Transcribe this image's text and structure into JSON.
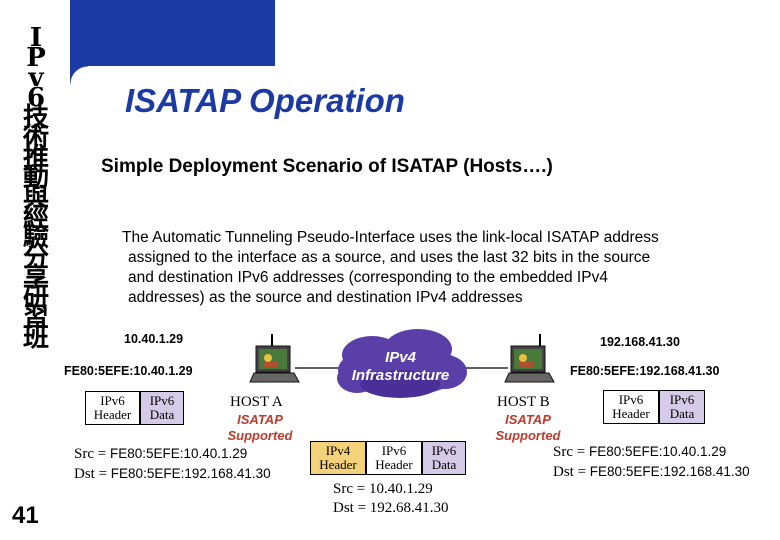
{
  "sidebar": {
    "chars": [
      "I",
      "P",
      "v",
      "6",
      "技",
      "術",
      "推",
      "動",
      "與",
      "經",
      "驗",
      "分",
      "享",
      "研",
      "習",
      "班"
    ]
  },
  "page_number": "41",
  "slide": {
    "title": "ISATAP Operation",
    "subtitle": "Simple Deployment Scenario of ISATAP (Hosts….)",
    "body_lines": [
      "The Automatic Tunneling Pseudo-Interface uses the link-local ISATAP address",
      "assigned to the interface as a source, and uses the last 32 bits in the source",
      "and destination IPv6 addresses (corresponding to the embedded IPv4",
      "addresses) as the source and destination IPv4 addresses"
    ]
  },
  "host_a": {
    "ipv4": "10.40.1.29",
    "ipv6": "FE80:5EFE:10.40.1.29",
    "name": "HOST A",
    "isatap_line1": "ISATAP",
    "isatap_line2": "Supported",
    "packet": {
      "header": "IPv6 Header",
      "data": "IPv6 Data"
    },
    "src_key": "Src = ",
    "src_val": "FE80:5EFE:10.40.1.29",
    "dst_key": "Dst = ",
    "dst_val": "FE80:5EFE:192.168.41.30"
  },
  "host_b": {
    "ipv4": "192.168.41.30",
    "ipv6": "FE80:5EFE:192.168.41.30",
    "name": "HOST B",
    "isatap_line1": "ISATAP",
    "isatap_line2": "Supported",
    "packet": {
      "header": "IPv6 Header",
      "data": "IPv6 Data"
    },
    "src_key": "Src = ",
    "src_val": "FE80:5EFE:10.40.1.29",
    "dst_key": "Dst = ",
    "dst_val": "FE80:5EFE:192.168.41.30"
  },
  "infrastructure": {
    "label_line1": "IPv4",
    "label_line2": "Infrastructure",
    "packet": {
      "ipv4_header": "IPv4 Header",
      "ipv6_header": "IPv6 Header",
      "data": "IPv6 Data"
    },
    "src": "Src = 10.40.1.29",
    "dst": "Dst = 192.68.41.30"
  },
  "colors": {
    "accent": "#1c3aa3",
    "cloud": "#5b3fa8",
    "isatap": "#c0392b",
    "ipv4_header": "#f4d27a",
    "ipv6_data": "#d5cbe8"
  }
}
